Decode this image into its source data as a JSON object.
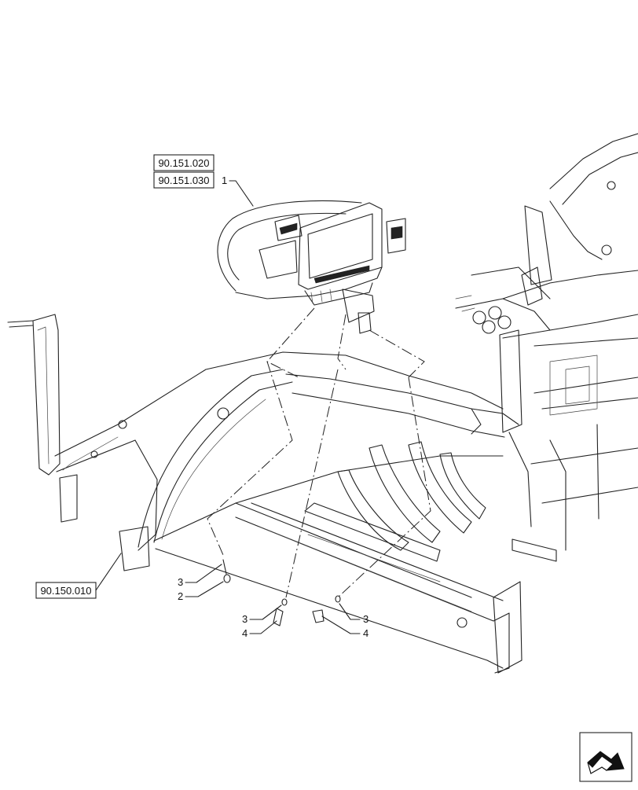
{
  "references": {
    "ref_1": "90.151.020",
    "ref_2": "90.151.030",
    "ref_3": "90.150.010"
  },
  "callouts": {
    "item_1": "1",
    "item_2": "2",
    "item_3a": "3",
    "item_3b": "3",
    "item_3c": "3",
    "item_4a": "4",
    "item_4b": "4"
  },
  "icons": {
    "corner": "next-page-arrow-icon"
  }
}
